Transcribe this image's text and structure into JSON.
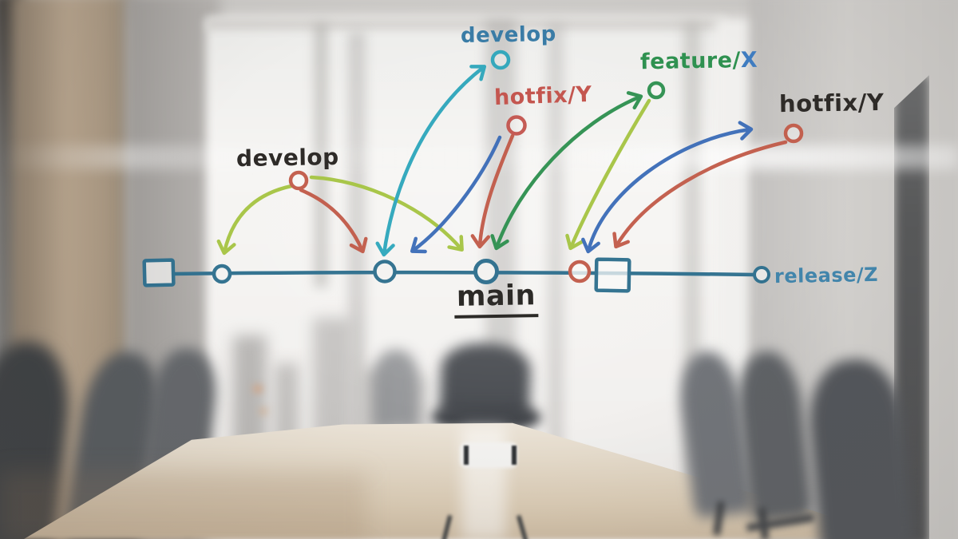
{
  "diagram": {
    "labels": {
      "develop_left": "develop",
      "develop_top": "develop",
      "hotfix_mid": "hotfix/Y",
      "feature_prefix": "feature/",
      "feature_suffix": "X",
      "hotfix_right": "hotfix/Y",
      "main": "main",
      "release": "release/Z"
    },
    "colors": {
      "timeline_blue": "#2e6f8e",
      "lime_green": "#a6c544",
      "brick_red": "#c25c4a",
      "teal_cyan": "#2fa7bc",
      "royal_blue": "#3c6db8",
      "forest_green": "#2f9150",
      "steel_blue_text": "#3a7ca6",
      "ink_black": "#2e2b28"
    },
    "timeline_nodes": [
      "start-square",
      "commit-1",
      "commit-2",
      "commit-3",
      "hotfix-commit",
      "release-square",
      "release-tip"
    ],
    "branch_points": [
      "develop-left",
      "develop-top",
      "hotfix-y-mid",
      "feature-x",
      "hotfix-y-right"
    ]
  }
}
